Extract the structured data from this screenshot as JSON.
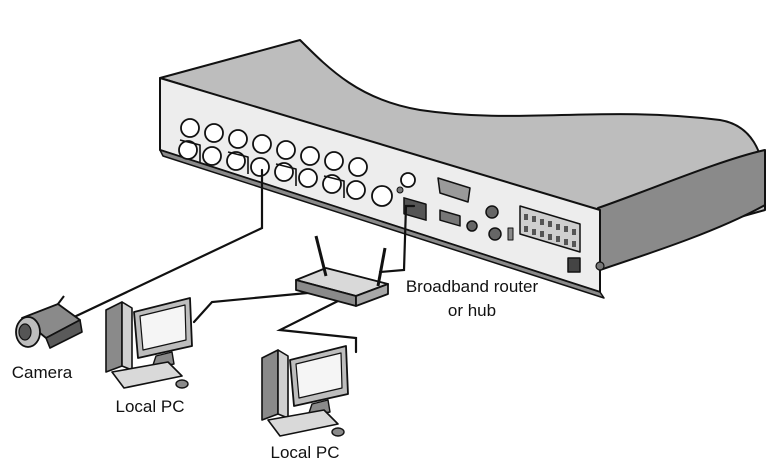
{
  "labels": {
    "router_line1": "Broadband router",
    "router_line2": "or hub",
    "camera": "Camera",
    "local_pc_1": "Local PC",
    "local_pc_2": "Local PC"
  },
  "colors": {
    "stroke": "#111111",
    "body": "#bdbdbd",
    "panel": "#ededed",
    "shade": "#8a8a8a",
    "screen": "#f5f5f5",
    "background": "#ffffff"
  }
}
